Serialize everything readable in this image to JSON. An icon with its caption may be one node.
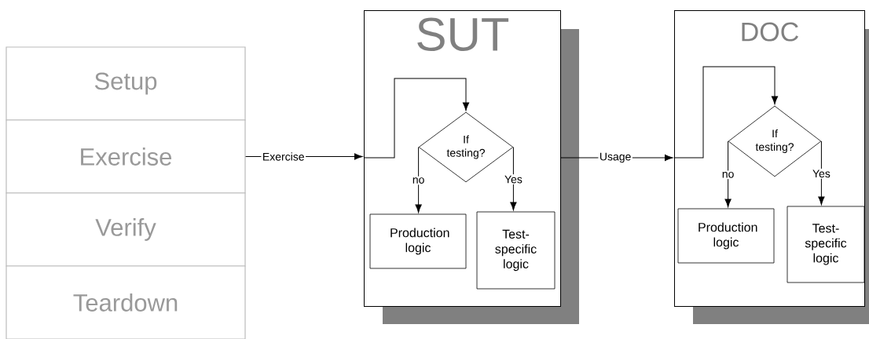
{
  "diagram": {
    "nodes": [
      {
        "text": [
          "Setup"
        ]
      },
      {
        "text": [
          "Exercise"
        ]
      },
      {
        "text": [
          "Verify"
        ]
      },
      {
        "text": [
          "Teardown"
        ]
      },
      {
        "text": [
          "SUT"
        ]
      },
      {
        "text": [
          "If testing?"
        ],
        "in": 4
      },
      {
        "text": [
          "Production logic"
        ],
        "in": 4
      },
      {
        "text": [
          "Test-specific logic"
        ],
        "in": 4
      },
      {
        "text": [
          "DOC"
        ]
      },
      {
        "text": [
          "If testing?"
        ],
        "in": 8
      },
      {
        "text": [
          "Production logic"
        ],
        "in": 8
      },
      {
        "text": [
          "Test-specific logic"
        ],
        "in": 8
      }
    ],
    "edges": [
      {
        "from": 1,
        "to": 4,
        "arrow": "to",
        "label": "Exercise"
      },
      {
        "from": 4,
        "to": 5,
        "arrow": "to"
      },
      {
        "from": 5,
        "to": 6,
        "arrow": "to",
        "label": "no"
      },
      {
        "from": 5,
        "to": 7,
        "arrow": "to",
        "label": "Yes"
      },
      {
        "from": 4,
        "to": 8,
        "arrow": "to",
        "label": "Usage"
      },
      {
        "from": 8,
        "to": 9,
        "arrow": "to"
      },
      {
        "from": 9,
        "to": 10,
        "arrow": "to",
        "label": "no"
      },
      {
        "from": 9,
        "to": 11,
        "arrow": "to",
        "label": "Yes"
      }
    ]
  }
}
